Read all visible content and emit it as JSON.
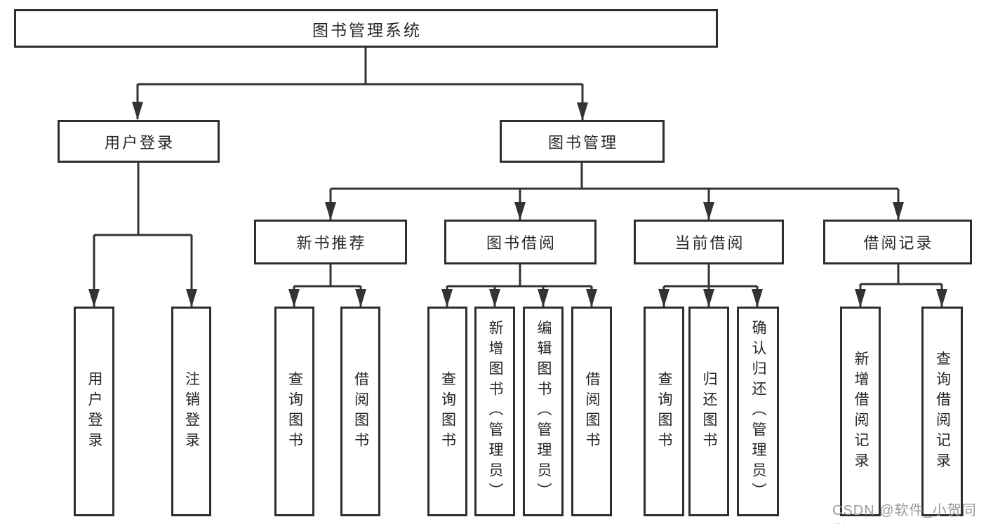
{
  "colors": {
    "line": "#333333",
    "box_border": "#2e2e2e",
    "text": "#262626",
    "watermark": "#9a9a9a",
    "background": "#ffffff"
  },
  "nodes": {
    "root": "图书管理系统",
    "user_login": "用户登录",
    "book_management": "图书管理",
    "new_book_recommend": "新书推荐",
    "book_borrow": "图书借阅",
    "current_borrow": "当前借阅",
    "borrow_record": "借阅记录",
    "leaves": {
      "user_login": "用户登录",
      "logout_login": "注销登录",
      "rec_query_book": "查询图书",
      "rec_borrow_book": "借阅图书",
      "bb_query_book": "查询图书",
      "bb_add_book_admin": "新增图书（管理员）",
      "bb_edit_book_admin": "编辑图书（管理员）",
      "bb_borrow_book": "借阅图书",
      "cur_query_book": "查询图书",
      "cur_return_book": "归还图书",
      "cur_confirm_return_admin": "确认归还（管理员）",
      "record_add_record": "新增借阅记录",
      "record_query_record": "查询借阅记录"
    }
  },
  "watermark": {
    "text": "CSDN @软件_小贺同学"
  }
}
